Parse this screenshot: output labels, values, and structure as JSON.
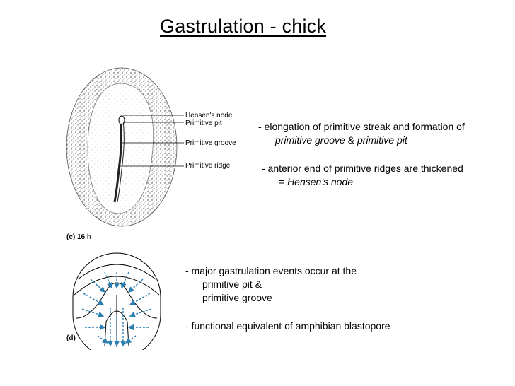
{
  "title": "Gastrulation - chick",
  "figure_c": {
    "panel_label": "(c) 16",
    "panel_label_suffix": "h",
    "labels": {
      "hensens_node": "Hensen's node",
      "primitive_pit": "Primitive pit",
      "primitive_groove": "Primitive groove",
      "primitive_ridge": "Primitive ridge"
    }
  },
  "figure_d": {
    "panel_label": "(d)"
  },
  "notes_top": {
    "line1_a": "- elongation of primitive streak and formation of",
    "line1_b_italic1": "primitive groove",
    "line1_b_amp": " & ",
    "line1_b_italic2": "primitive pit",
    "line2_a": "- anterior end of primitive ridges are thickened",
    "line2_b": "= Hensen's node"
  },
  "notes_bottom": {
    "line1": "- major gastrulation events occur at the",
    "line2": "primitive pit &",
    "line3": "primitive groove",
    "line4": "- functional equivalent of amphibian blastopore"
  },
  "colors": {
    "arrow": "#2a7fb0",
    "text": "#000000"
  }
}
